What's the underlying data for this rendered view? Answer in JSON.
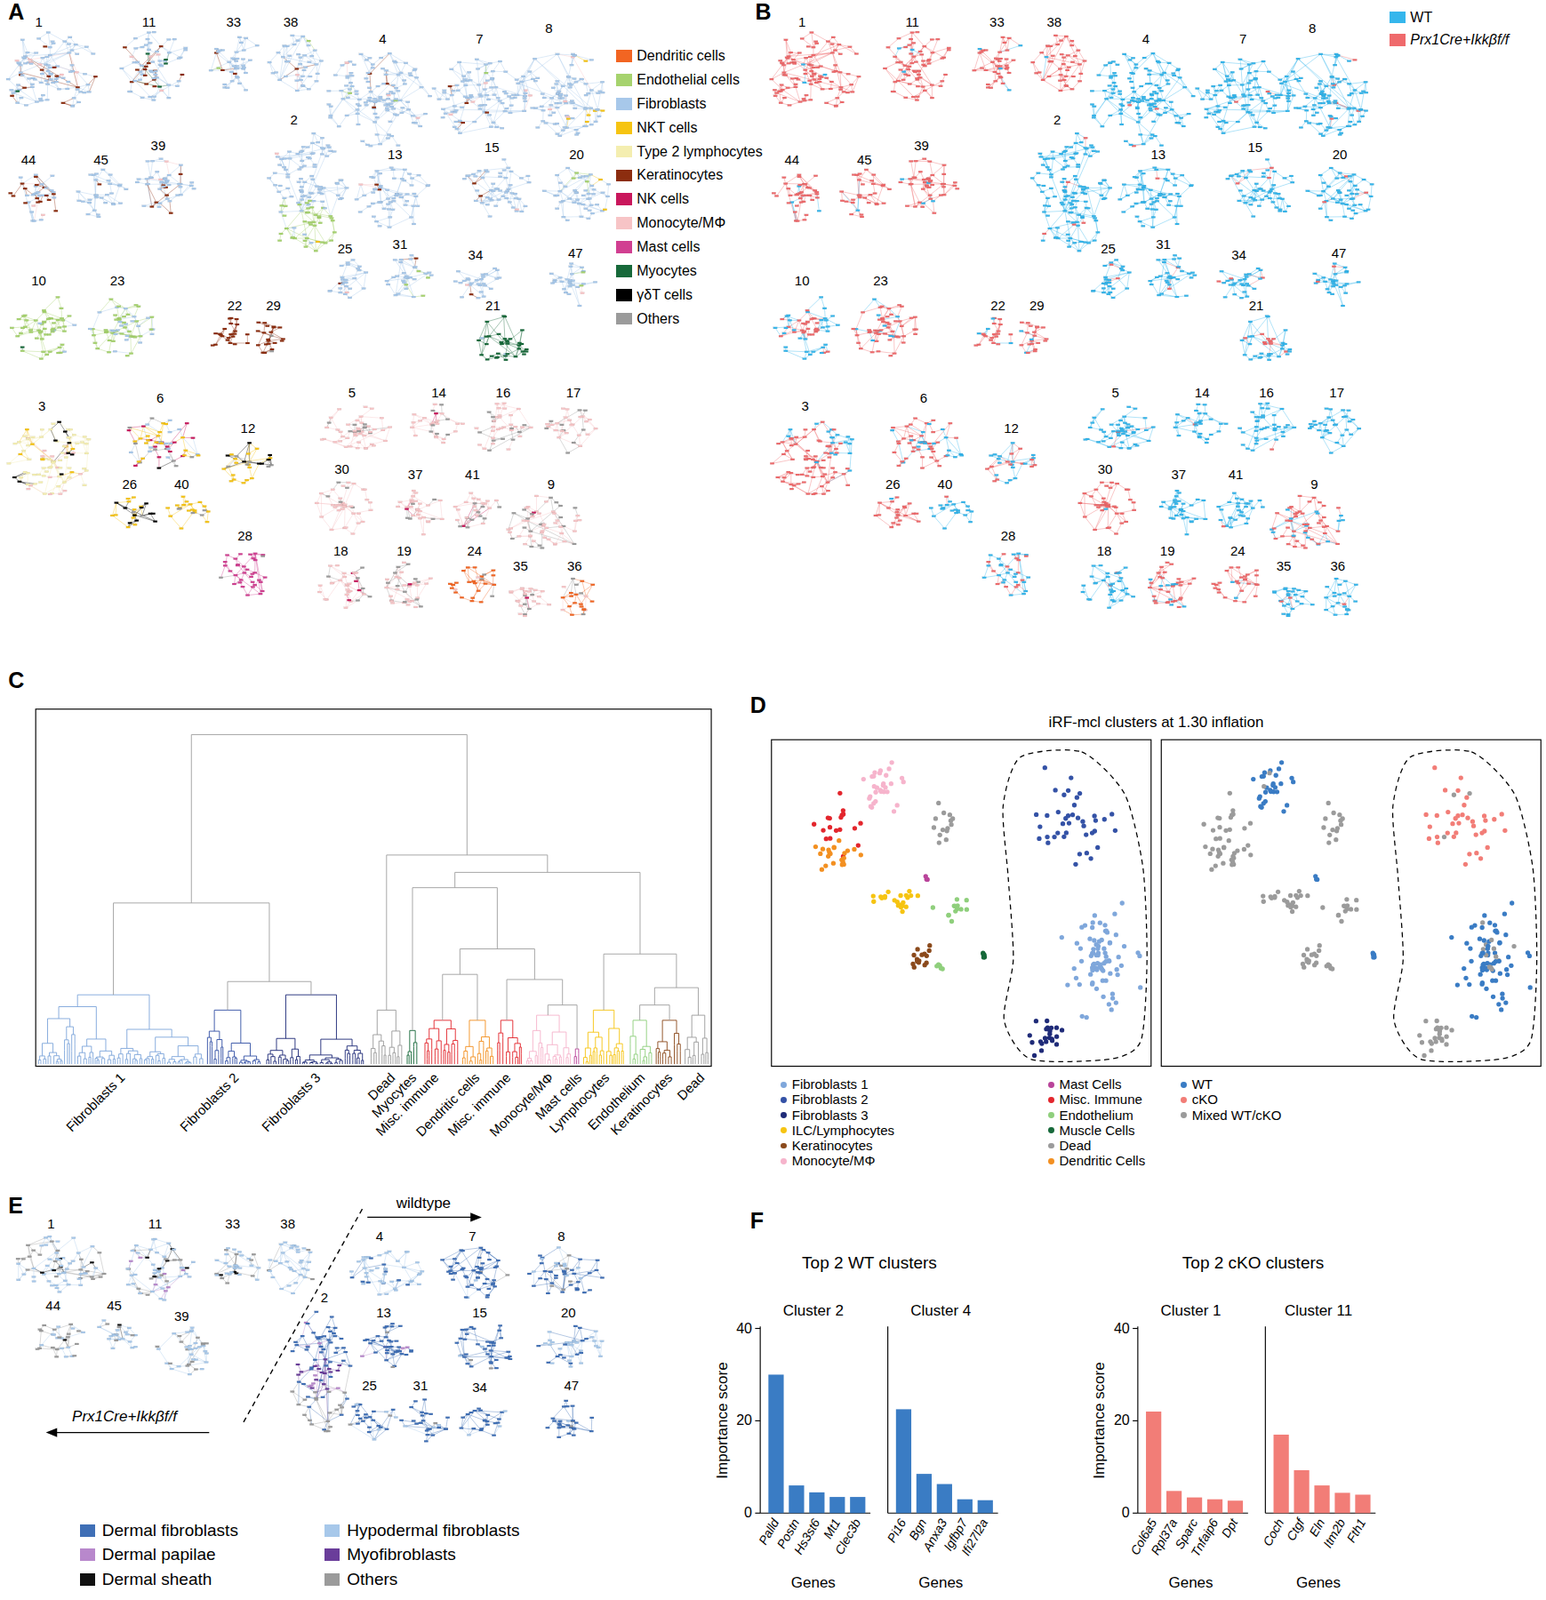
{
  "diagram": {
    "labels": [
      "A",
      "B",
      "C",
      "D",
      "E",
      "F",
      "1",
      "11",
      "33",
      "38",
      "4",
      "7",
      "8",
      "2",
      "39",
      "13",
      "15",
      "20",
      "44",
      "45",
      "25",
      "31",
      "34",
      "47",
      "10",
      "23",
      "22",
      "29",
      "21",
      "3",
      "6",
      "12",
      "26",
      "40",
      "28",
      "5",
      "14",
      "16",
      "17",
      "30",
      "37",
      "41",
      "9",
      "18",
      "19",
      "24",
      "35",
      "36",
      "1",
      "11",
      "33",
      "38",
      "4",
      "7",
      "8",
      "2",
      "39",
      "13",
      "15",
      "20",
      "44",
      "45",
      "25",
      "31",
      "34",
      "47",
      "10",
      "23",
      "22",
      "29",
      "21",
      "3",
      "6",
      "12",
      "26",
      "40",
      "28",
      "5",
      "14",
      "16",
      "17",
      "30",
      "37",
      "41",
      "9",
      "18",
      "19",
      "24",
      "35",
      "36",
      "Fibroblasts 1",
      "Fibroblasts 2",
      "Fibroblasts 3",
      "Dead",
      "Myocytes",
      "Misc. immune",
      "Dendritic cells",
      "Misc. immune",
      "Monocyte/MΦ",
      "Mast cells",
      "Lymphocytes",
      "Endothelium",
      "Keratinocytes",
      "Dead",
      "iRF-mcl clusters at 1.30 inflation",
      "1",
      "11",
      "33",
      "38",
      "4",
      "7",
      "8",
      "44",
      "45",
      "39",
      "2",
      "13",
      "15",
      "20",
      "25",
      "31",
      "34",
      "47",
      "wildtype",
      "Prx1Cre+Ikkβf/f",
      "Top 2 WT clusters",
      "Top 2 cKO clusters",
      "Importance score",
      "40",
      "20",
      "0",
      "Cluster 2",
      "Palld",
      "Postn",
      "Hs3st6",
      "Mt1",
      "Clec3b",
      "Genes",
      "Cluster 4",
      "Pi16",
      "Bgn",
      "Anxa3",
      "Igfbp7",
      "Ifi27l2a",
      "Genes",
      "Importance score",
      "40",
      "20",
      "0",
      "Cluster 1",
      "Col6a5",
      "Rpl37a",
      "Sparc",
      "Tnfaip6",
      "Dpt",
      "Genes",
      "Cluster 11",
      "Coch",
      "Ctgf",
      "Eln",
      "Itm2b",
      "Fth1",
      "Genes"
    ],
    "legend": [
      {
        "text": "Dendritic cells",
        "color": "#f26522"
      },
      {
        "text": "Endothelial cells",
        "color": "#a6d36e"
      },
      {
        "text": "Fibroblasts",
        "color": "#a7c8ea"
      },
      {
        "text": "NKT cells",
        "color": "#f6c412"
      },
      {
        "text": "Type 2 lymphocytes",
        "color": "#f4eeb0"
      },
      {
        "text": "Keratinocytes",
        "color": "#8c2d0f"
      },
      {
        "text": "NK cells",
        "color": "#c9175c"
      },
      {
        "text": "Monocyte/MΦ",
        "color": "#f7c4c6"
      },
      {
        "text": "Mast cells",
        "color": "#d13f91"
      },
      {
        "text": "Myocytes",
        "color": "#17693a"
      },
      {
        "text": "γδT cells",
        "color": "#000000"
      },
      {
        "text": "Others",
        "color": "#9b9b9b"
      },
      {
        "text": "WT",
        "color": "#35b6ec"
      },
      {
        "text": "Prx1Cre+Ikkβf/f",
        "color": "#ef6a6c"
      },
      {
        "text": "Fibroblasts 1",
        "color": "#7fa7db"
      },
      {
        "text": "Fibroblasts 2",
        "color": "#3452a6"
      },
      {
        "text": "Fibroblasts 3",
        "color": "#1f2b78"
      },
      {
        "text": "ILC/Lymphocytes",
        "color": "#f6c412"
      },
      {
        "text": "Keratinocytes",
        "color": "#8b4a1c"
      },
      {
        "text": "Monocyte/MΦ",
        "color": "#f6b4cc"
      },
      {
        "text": "Mast Cells",
        "color": "#b9449a"
      },
      {
        "text": "Misc. Immune",
        "color": "#e3262d"
      },
      {
        "text": "Endothelium",
        "color": "#8fcf7c"
      },
      {
        "text": "Muscle Cells",
        "color": "#17693a"
      },
      {
        "text": "Dead",
        "color": "#9b9b9b"
      },
      {
        "text": "Dendritic Cells",
        "color": "#f39021"
      },
      {
        "text": "WT",
        "color": "#3a7cc4"
      },
      {
        "text": "cKO",
        "color": "#f27d77"
      },
      {
        "text": "Mixed WT/cKO",
        "color": "#9b9b9b"
      },
      {
        "text": "Dermal fibroblasts",
        "color": "#3f6fb6"
      },
      {
        "text": "Hypodermal fibroblasts",
        "color": "#a7c8ea"
      },
      {
        "text": "Dermal papilae",
        "color": "#b888cc"
      },
      {
        "text": "Myofibroblasts",
        "color": "#6a3d9a"
      },
      {
        "text": "Dermal sheath",
        "color": "#111111"
      },
      {
        "text": "Others",
        "color": "#9b9b9b"
      }
    ]
  }
}
